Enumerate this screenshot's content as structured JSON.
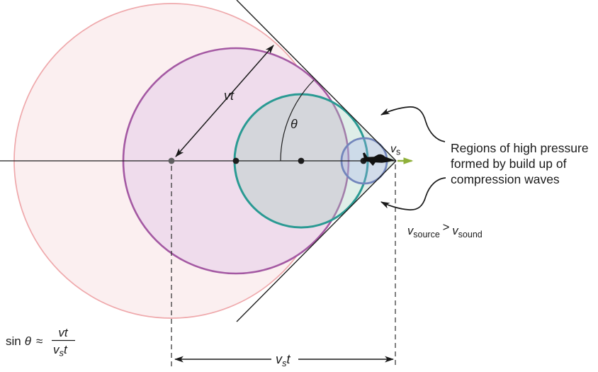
{
  "diagram": {
    "labels": {
      "vt": "vt",
      "theta": "θ",
      "vs": {
        "base": "v",
        "sub": "s"
      },
      "vst": {
        "base": "v",
        "sub": "s",
        "factor": "t"
      }
    },
    "equation": {
      "func": "sin",
      "angle": "θ",
      "approx": "≈",
      "num": "vt",
      "den_base": "v",
      "den_sub": "s",
      "den_factor": "t"
    },
    "condition": {
      "v1": "v",
      "sub1": "source",
      "op": ">",
      "v2": "v",
      "sub2": "sound"
    },
    "annotation": {
      "line1": "Regions of high pressure",
      "line2": "formed by build up of",
      "line3": "compression waves"
    },
    "colors": {
      "pink_stroke": "#efa9ac",
      "pink_fill": "#fbeff0",
      "purple_stroke": "#a459a3",
      "purple_fill": "#efdcec",
      "teal_stroke": "#2a9a93",
      "teal_fill": "rgba(158,203,185,0.33)",
      "blue_stroke": "#7386bc",
      "blue_fill": "rgba(165,175,235,0.30)",
      "cone_fill": "#e4eee9",
      "velocity_arrow": "#8fb03a",
      "line": "#1f1f1f"
    }
  }
}
